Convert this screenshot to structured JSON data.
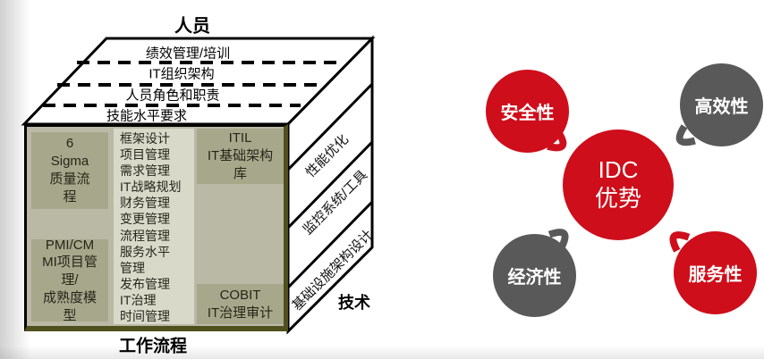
{
  "cube": {
    "top_label": "人员",
    "bottom_label": "工作流程",
    "right_label": "技术",
    "top_face_rows": [
      "绩效管理/培训",
      "IT组织架构",
      "人员角色和职责",
      "技能水平要求"
    ],
    "right_face_bands": [
      "性能优化",
      "监控系统/工具",
      "基础设施架构设计"
    ],
    "front_face": {
      "col1_top_lines": [
        "6",
        "Sigma",
        "质量流",
        "程"
      ],
      "col1_bottom_lines": [
        "PMI/CM",
        "MI项目管",
        "理/",
        "成熟度模",
        "型"
      ],
      "col2_lines": [
        "框架设计",
        "项目管理",
        "需求管理",
        "IT战略规划",
        "财务管理",
        "变更管理",
        "流程管理",
        "服务水平",
        "管理",
        "发布管理",
        "IT治理",
        "时间管理"
      ],
      "col3_top_lines": [
        "ITIL",
        "IT基础架构",
        "库"
      ],
      "col3_bottom_lines": [
        "COBIT",
        "IT治理审计"
      ]
    }
  },
  "idc": {
    "center": {
      "line1": "IDC",
      "line2": "优势"
    },
    "satellites": [
      {
        "label": "安全性",
        "color": "red"
      },
      {
        "label": "高效性",
        "color": "gray"
      },
      {
        "label": "经济性",
        "color": "gray"
      },
      {
        "label": "服务性",
        "color": "red"
      }
    ]
  },
  "colors": {
    "accent_red": "#ce0e1b",
    "gray": "#595959",
    "face_bg": "#b9b9a6",
    "box_dark": "#a7a78b",
    "box_light": "#d9d9ca",
    "border_olive": "#50501f"
  }
}
